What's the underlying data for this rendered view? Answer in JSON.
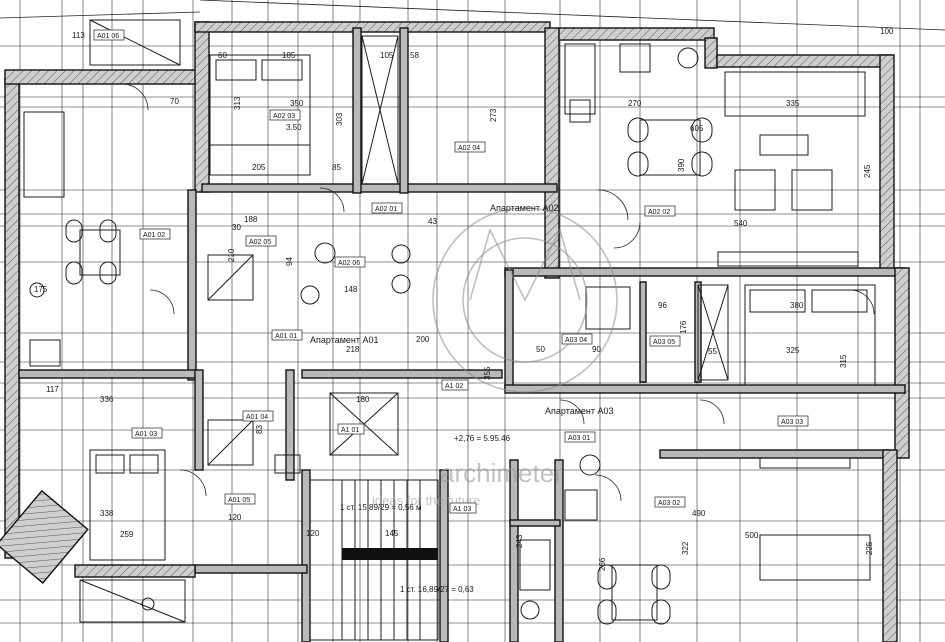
{
  "apartments": [
    {
      "label": "Апартамент А01"
    },
    {
      "label": "Апартамент А02"
    },
    {
      "label": "Апартамент А03"
    }
  ],
  "room_tags": [
    "A01 06",
    "A01 02",
    "A01 01",
    "A01 03",
    "A01 04",
    "A01 05",
    "A02 03",
    "A02 04",
    "A02 01",
    "A02 05",
    "A02 06",
    "A02 02",
    "A03 04",
    "A03 05",
    "A03 01",
    "A03 03",
    "A03 02",
    "A1 01",
    "A1 02",
    "A1 03"
  ],
  "dimensions": [
    "185",
    "350",
    "3.50",
    "313",
    "303",
    "205",
    "85",
    "60",
    "105",
    "58",
    "273",
    "270",
    "335",
    "605",
    "245",
    "390",
    "380",
    "325",
    "315",
    "540",
    "96",
    "176",
    "55",
    "180",
    "218",
    "117",
    "336",
    "338",
    "259",
    "500",
    "490",
    "322",
    "266",
    "225",
    "120",
    "145",
    "100",
    "200",
    "355",
    "50",
    "90",
    "70",
    "30",
    "188",
    "148",
    "120",
    "94",
    "113",
    "175",
    "43",
    "243",
    "210",
    "83"
  ],
  "annotations": {
    "stair_top": "1 ст. 15,89/29 = 0,56 м",
    "stair_bottom": "1 ст. 16,89/27 = 0,63",
    "level": "+2,76 = 5.95.46",
    "watermark_line1": "archimeter",
    "watermark_line2": "ideas for the future"
  }
}
